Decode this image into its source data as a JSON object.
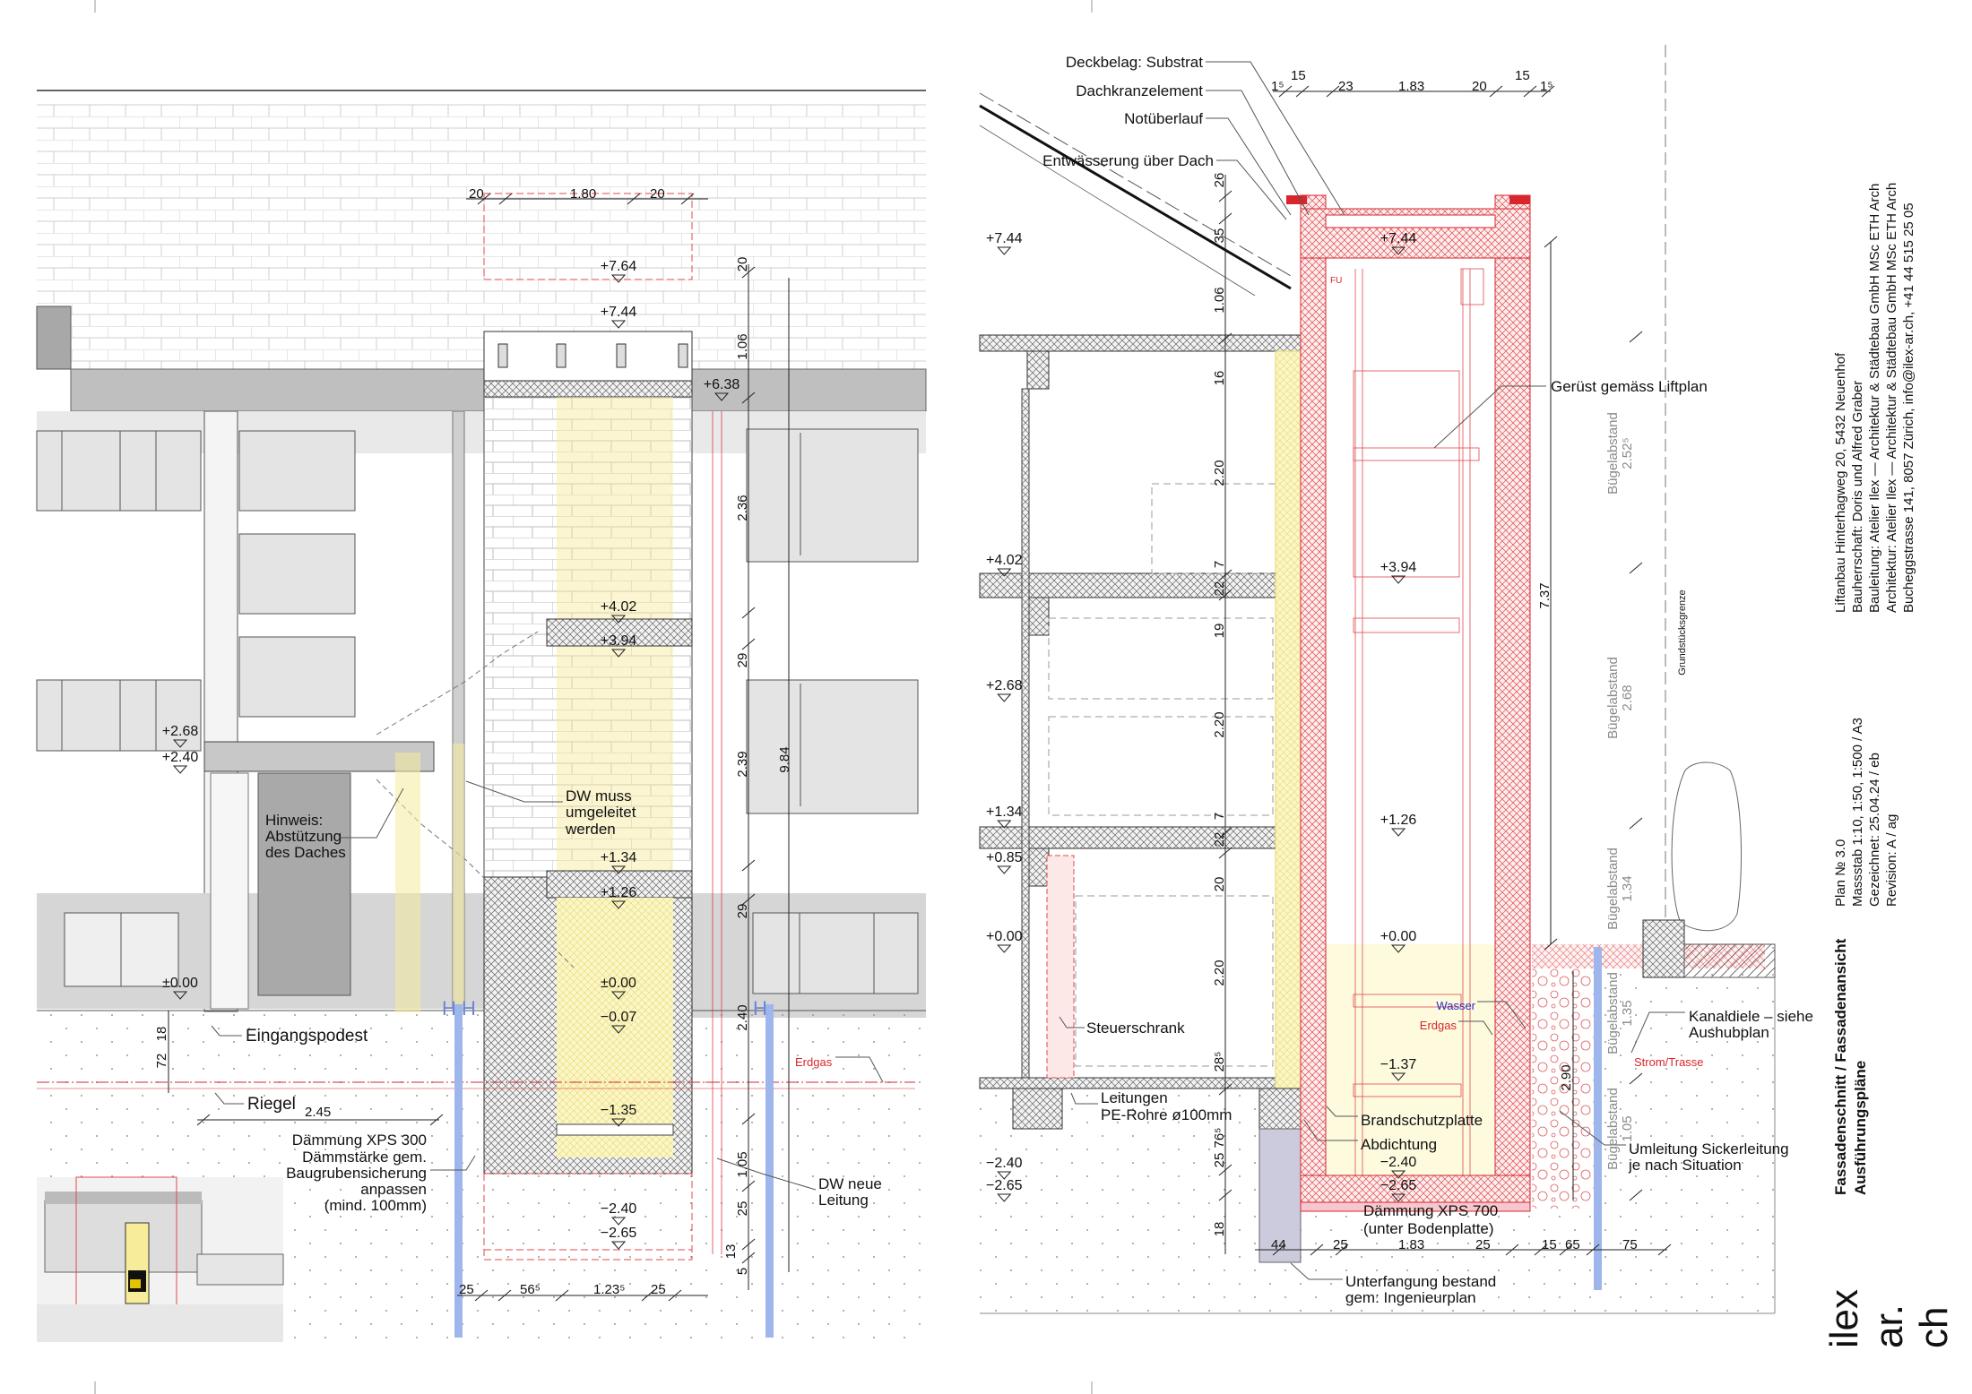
{
  "colors": {
    "section_red": "#d8262c",
    "insulation_yellow": "#f6ec9a",
    "pile_blue": "#9fb6ec",
    "facade_gray": "#d3d3d3",
    "water_blue": "#2a2fc4"
  },
  "left_view": {
    "dims": [
      "20",
      "1.80",
      "20",
      "20",
      "1.06",
      "2.36",
      "29",
      "2.39",
      "9.84",
      "29",
      "2.40",
      "18",
      "72",
      "2.45",
      "1.05",
      "25",
      "13",
      "5",
      "25",
      "56⁵",
      "1.23⁵",
      "25"
    ],
    "levels": [
      "+7.64",
      "+7.44",
      "+6.38",
      "+4.02",
      "+3.94",
      "+2.68",
      "+2.40",
      "+1.34",
      "+1.26",
      "±0.00",
      "−0.07",
      "±0.00",
      "−1.35",
      "−2.40",
      "−2.65"
    ],
    "notes": {
      "hinweis": [
        "Hinweis:",
        "Abstützung",
        "des Daches"
      ],
      "dw_muss": [
        "DW muss",
        "umgeleitet",
        "werden"
      ],
      "eingangspodest": "Eingangspodest",
      "riegel": "Riegel",
      "erdgas": "Erdgas",
      "daemmung": [
        "Dämmung XPS 300",
        "Dämmstärke gem.",
        "Baugrubensicherung",
        "anpassen",
        "(mind. 100mm)"
      ],
      "dw_neue": [
        "DW neue",
        "Leitung"
      ]
    }
  },
  "right_section": {
    "callouts": {
      "deckbelag": "Deckbelag: Substrat",
      "dachkranz": "Dachkranzelement",
      "notueberlauf": "Notüberlauf",
      "entwaesserung": "Entwässerung über Dach",
      "fu": "FU",
      "geruest": "Gerüst gemäss Liftplan",
      "grenze": "Grundstücksgrenze",
      "steuerschrank": "Steuerschrank",
      "leitungen": [
        "Leitungen",
        "PE-Rohre ø100mm"
      ],
      "wasser": "Wasser",
      "erdgas": "Erdgas",
      "kanaldiele": [
        "Kanaldiele – siehe",
        "Aushubplan"
      ],
      "strom": "Strom/Trasse",
      "brandschutz": "Brandschutzplatte",
      "abdichtung": "Abdichtung",
      "umleitung": [
        "Umleitung Sickerleitung",
        "je nach Situation"
      ],
      "daemmung": [
        "Dämmung XPS 700",
        "(unter Bodenplatte)"
      ],
      "unterfangung": [
        "Unterfangung bestand",
        "gem: Ingenieurplan"
      ]
    },
    "top_dims": [
      "1⁵",
      "15",
      "23",
      "1.83",
      "20",
      "15",
      "1⁵"
    ],
    "vert_dims": [
      "26",
      "35",
      "1.06",
      "16",
      "2.20",
      "7",
      "22",
      "19",
      "2.20",
      "7",
      "22",
      "20",
      "2.20",
      "28⁵",
      "76⁵",
      "25",
      "18"
    ],
    "left_levels": [
      "+7.44",
      "+4.02",
      "+2.68",
      "+1.34",
      "+0.85",
      "+0.00",
      "−2.40",
      "−2.65"
    ],
    "shaft_levels": [
      "+7.44",
      "+3.94",
      "+1.26",
      "+0.00",
      "−1.37",
      "−2.40",
      "−2.65"
    ],
    "bottom_dims": [
      "44",
      "25",
      "1.83",
      "25",
      "15",
      "65",
      "75"
    ],
    "other_dims": [
      "7.37",
      "2.90"
    ],
    "buegel": [
      {
        "label": "Bügelabstand",
        "value": "2.52⁵"
      },
      {
        "label": "Bügelabstand",
        "value": "2.68"
      },
      {
        "label": "Bügelabstand",
        "value": "1.34"
      },
      {
        "label": "Bügelabstand",
        "value": "1.35"
      },
      {
        "label": "Bügelabstand",
        "value": "1.05"
      }
    ]
  },
  "title_block": {
    "project": [
      "Liftanbau Hinterhagweg 20, 5432 Neuenhof",
      "Bauherrschaft: Doris und Alfred Graber",
      "Bauleitung: Atelier Ilex — Architektur & Städtebau GmbH MSc ETH Arch",
      "Architektur: Atelier Ilex — Architektur & Städtebau GmbH MSc ETH Arch",
      "Bucheggstrasse 141, 8057 Zürich, info@ilex-ar.ch, +41 44 515 25 05"
    ],
    "plan": [
      "Plan № 3.0",
      "Massstab 1:10, 1:50, 1:500 / A3",
      "Gezeichnet: 25.04.24 / eb",
      "Revision: A / ag"
    ],
    "title": "Fassadenschnitt / Fassadenansicht",
    "subtitle": "Ausführungspläne",
    "logo": [
      "ilex",
      "ar.",
      "ch"
    ]
  }
}
